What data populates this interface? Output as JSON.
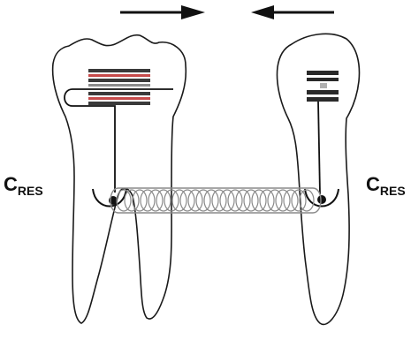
{
  "labels": {
    "left_main": "C",
    "left_sub": "RES",
    "right_main": "C",
    "right_sub": "RES"
  },
  "colors": {
    "outline": "#1a1a1a",
    "bracket_dark": "#3a3a3a",
    "bracket_red": "#c64a4a",
    "bracket_gray": "#8c8c8c",
    "spring": "#8a8a8a",
    "arrow": "#111111"
  },
  "icons": {
    "left_arrow": "arrow-right-icon",
    "right_arrow": "arrow-left-icon"
  }
}
